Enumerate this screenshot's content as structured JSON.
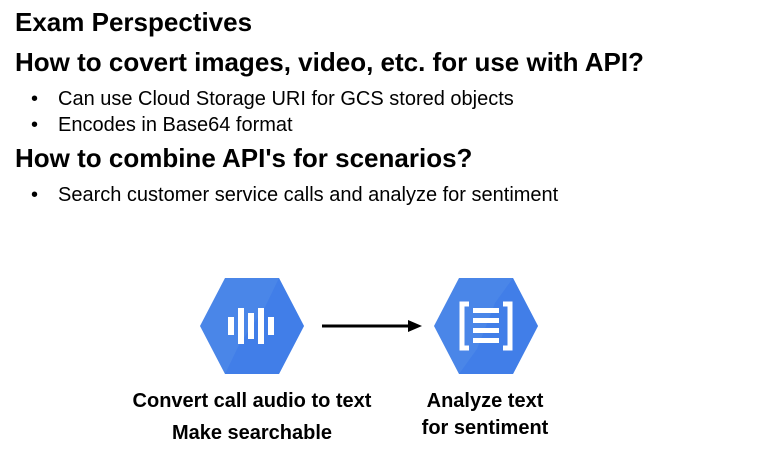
{
  "slide": {
    "title": "Exam Perspectives",
    "sections": [
      {
        "heading": "How to covert images, video, etc. for use with API?",
        "bullets": [
          "Can use Cloud Storage URI for GCS stored objects",
          "Encodes in Base64 format"
        ]
      },
      {
        "heading": "How to combine API's for scenarios?",
        "bullets": [
          "Search customer service calls and analyze for sentiment"
        ]
      }
    ]
  },
  "diagram": {
    "left": {
      "icon": "speech-to-text-hexagon-icon",
      "caption_line1": "Convert call audio to text",
      "caption_line2": "Make searchable"
    },
    "right": {
      "icon": "natural-language-hexagon-icon",
      "caption_line1": "Analyze text",
      "caption_line2": "for sentiment"
    },
    "arrow": "right-arrow"
  },
  "colors": {
    "hexagon": "#4a86e8",
    "hexagon_shadow": "#3367d6",
    "icon_fg": "#ffffff",
    "text": "#000000"
  },
  "bullet_glyph": "•"
}
